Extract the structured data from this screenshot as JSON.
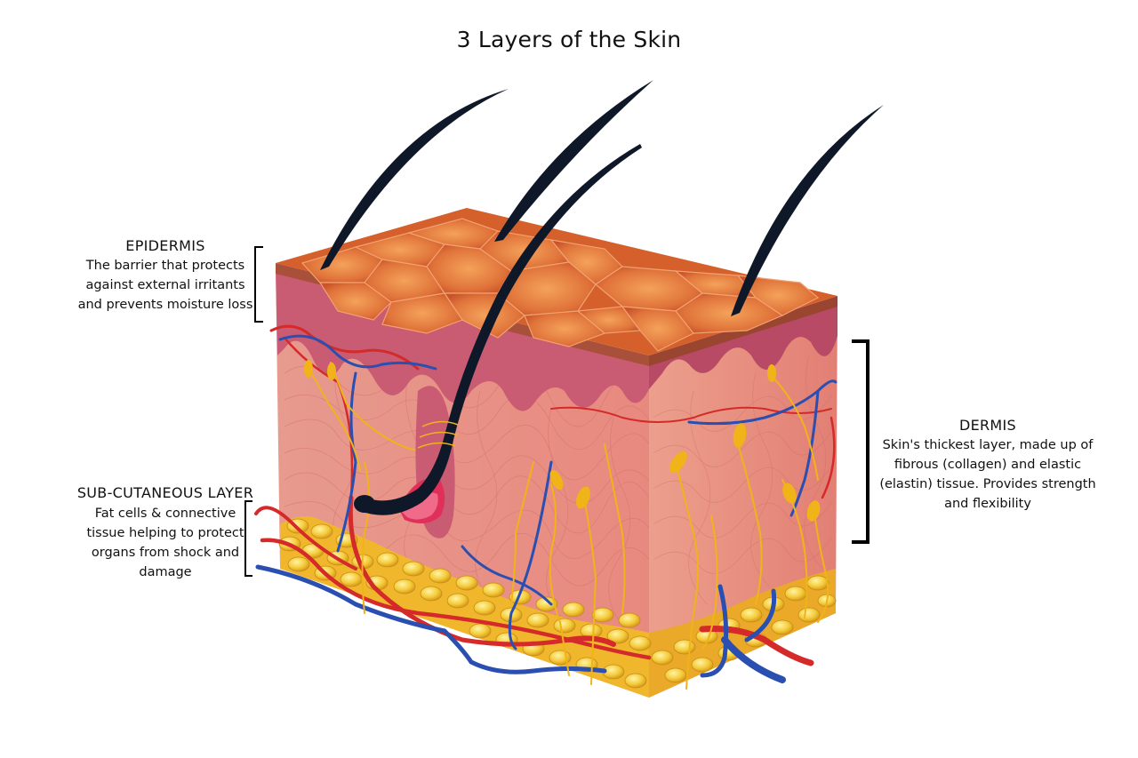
{
  "title": "3 Layers of the Skin",
  "labels": {
    "epidermis": {
      "heading": "EPIDERMIS",
      "description": "The barrier that protects against external irritants and prevents moisture loss"
    },
    "dermis": {
      "heading": "DERMIS",
      "description": "Skin's thickest layer, made up of fibrous (collagen) and elastic (elastin) tissue. Provides strength and flexibility"
    },
    "subcutaneous": {
      "heading": "SUB-CUTANEOUS LAYER",
      "description": "Fat cells & connective tissue helping to protect organs from shock and damage"
    }
  },
  "colors": {
    "surface": "#d9622b",
    "epidermis_band": "#c05470",
    "dermis": "#e8938a",
    "fat": "#f2c23a",
    "artery": "#d42a2a",
    "vein": "#2a4fb0",
    "nerve": "#f0b318",
    "hair": "#0f1828",
    "bracket": "#000000"
  }
}
